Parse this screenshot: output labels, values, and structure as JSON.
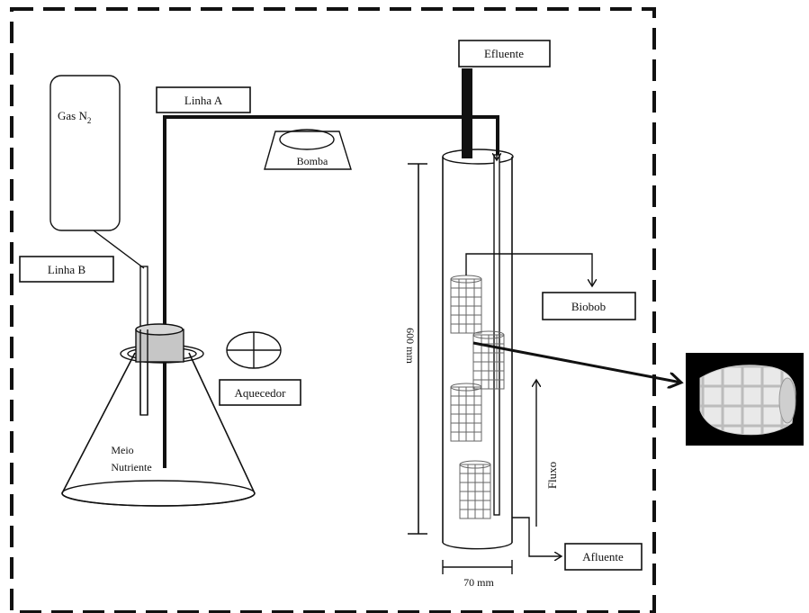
{
  "diagram": {
    "labels": {
      "gas": "Gas N",
      "gas_sub": "2",
      "linha_a": "Linha A",
      "linha_b": "Linha B",
      "bomba": "Bomba",
      "efluente": "Efluente",
      "biobob": "Biobob",
      "aquecedor": "Aquecedor",
      "meio_line1": "Meio",
      "meio_line2": "Nutriente",
      "height": "600 mm",
      "fluxo": "Fluxo",
      "afluente": "Afluente",
      "diameter": "70 mm"
    },
    "colors": {
      "line": "#111111",
      "grid": "#666666",
      "photo_bg": "#000000"
    }
  }
}
